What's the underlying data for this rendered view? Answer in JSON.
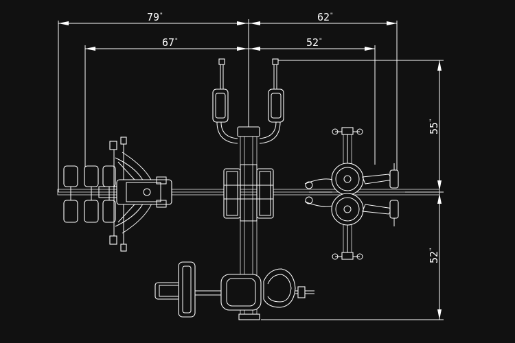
{
  "dimensions": {
    "top_left": "79",
    "top_right": "62",
    "second_left": "67",
    "second_right": "52",
    "right_upper": "55",
    "right_lower": "52",
    "inch_mark": "\""
  }
}
